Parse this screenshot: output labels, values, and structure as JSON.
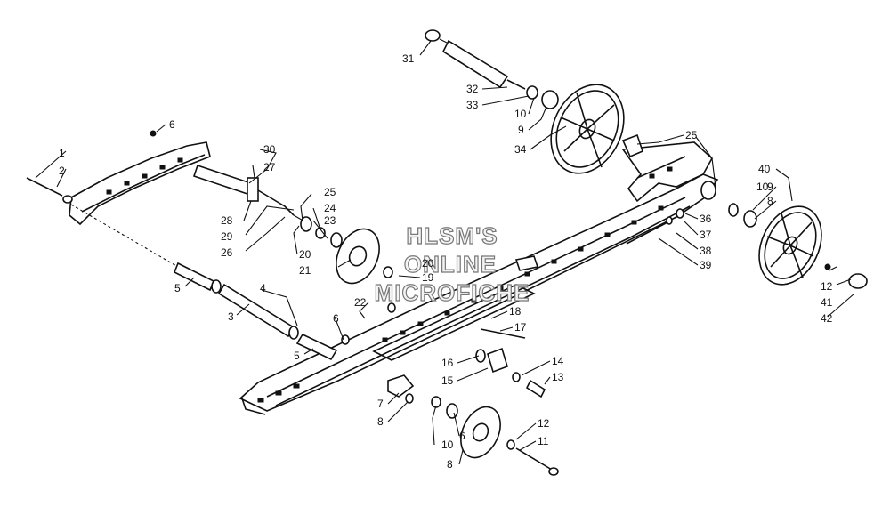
{
  "watermark": [
    "HLSM'S",
    "ONLINE",
    "MICROFICHE"
  ],
  "callouts": [
    {
      "id": "c1",
      "text": "1"
    },
    {
      "id": "c2",
      "text": "2"
    },
    {
      "id": "c3",
      "text": "3"
    },
    {
      "id": "c4",
      "text": "4"
    },
    {
      "id": "c5a",
      "text": "5"
    },
    {
      "id": "c5b",
      "text": "5"
    },
    {
      "id": "c6a",
      "text": "6"
    },
    {
      "id": "c6b",
      "text": "6"
    },
    {
      "id": "c6c",
      "text": "6"
    },
    {
      "id": "c7",
      "text": "7"
    },
    {
      "id": "c8a",
      "text": "8"
    },
    {
      "id": "c8b",
      "text": "8"
    },
    {
      "id": "c8c",
      "text": "8"
    },
    {
      "id": "c9a",
      "text": "9"
    },
    {
      "id": "c9b",
      "text": "9"
    },
    {
      "id": "c10a",
      "text": "10"
    },
    {
      "id": "c10b",
      "text": "10"
    },
    {
      "id": "c10c",
      "text": "10"
    },
    {
      "id": "c11",
      "text": "11"
    },
    {
      "id": "c12a",
      "text": "12"
    },
    {
      "id": "c12b",
      "text": "12"
    },
    {
      "id": "c13",
      "text": "13"
    },
    {
      "id": "c14",
      "text": "14"
    },
    {
      "id": "c15",
      "text": "15"
    },
    {
      "id": "c16",
      "text": "16"
    },
    {
      "id": "c17",
      "text": "17"
    },
    {
      "id": "c18",
      "text": "18"
    },
    {
      "id": "c19",
      "text": "19"
    },
    {
      "id": "c20a",
      "text": "20"
    },
    {
      "id": "c20b",
      "text": "20"
    },
    {
      "id": "c21",
      "text": "21"
    },
    {
      "id": "c22",
      "text": "22"
    },
    {
      "id": "c23",
      "text": "23"
    },
    {
      "id": "c24",
      "text": "24"
    },
    {
      "id": "c25a",
      "text": "25"
    },
    {
      "id": "c25b",
      "text": "25"
    },
    {
      "id": "c26",
      "text": "26"
    },
    {
      "id": "c27",
      "text": "27"
    },
    {
      "id": "c28",
      "text": "28"
    },
    {
      "id": "c29",
      "text": "29"
    },
    {
      "id": "c30",
      "text": "30"
    },
    {
      "id": "c31",
      "text": "31"
    },
    {
      "id": "c32",
      "text": "32"
    },
    {
      "id": "c33",
      "text": "33"
    },
    {
      "id": "c34",
      "text": "34"
    },
    {
      "id": "c36",
      "text": "36"
    },
    {
      "id": "c37",
      "text": "37"
    },
    {
      "id": "c38",
      "text": "38"
    },
    {
      "id": "c39",
      "text": "39"
    },
    {
      "id": "c40",
      "text": "40"
    },
    {
      "id": "c41",
      "text": "41"
    },
    {
      "id": "c42",
      "text": "42"
    }
  ]
}
